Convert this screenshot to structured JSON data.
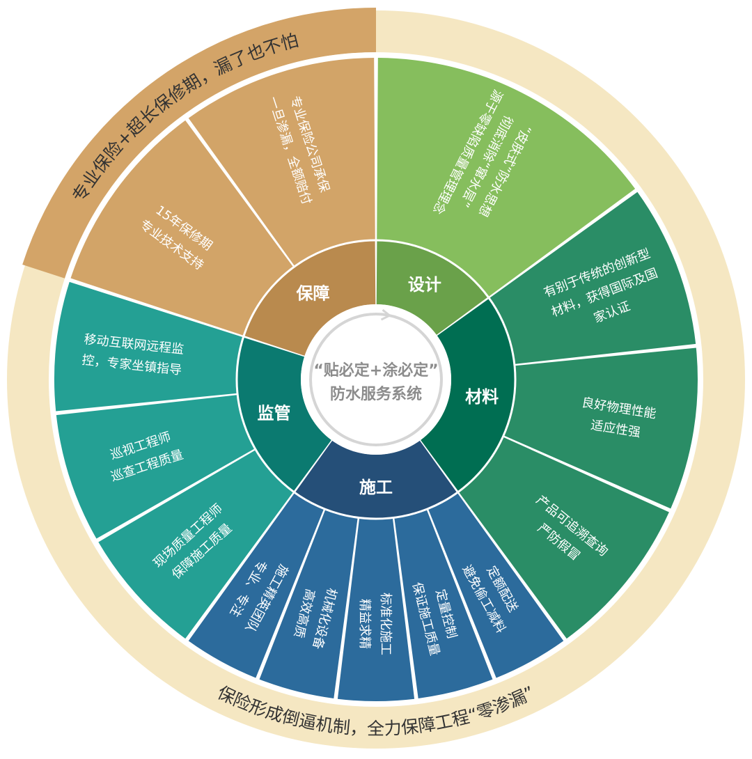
{
  "center": {
    "line1": "“贴必定+涂必定”",
    "line2": "防水服务系统"
  },
  "outer_ring": {
    "top_left": "专业保险+超长保修期，漏了也不怕",
    "bottom": "保险形成倒逼机制，全力保障工程“零渗漏”"
  },
  "sectors": [
    {
      "id": "baozhang",
      "label": "保障",
      "color": "#d2a468",
      "inner_color": "#b98a4e",
      "items": [
        {
          "lines": [
            "15年保修期",
            "专业技术支持"
          ]
        },
        {
          "lines": [
            "专业保险公司承保",
            "一旦渗漏，全额赔付"
          ]
        }
      ]
    },
    {
      "id": "sheji",
      "label": "设计",
      "color": "#86be5d",
      "inner_color": "#6aa14a",
      "items": [
        {
          "lines": [
            "“皮肤式”防水思想",
            "彻底消除“窜水层”",
            "源于零缺陷质量管理理念"
          ]
        }
      ]
    },
    {
      "id": "cailiao",
      "label": "材料",
      "color": "#2a8d66",
      "inner_color": "#006e52",
      "items": [
        {
          "lines": [
            "有别于传统的创新型",
            "材料，获得国际及国",
            "家认证"
          ]
        },
        {
          "lines": [
            "良好物理性能",
            "适应性强"
          ]
        },
        {
          "lines": [
            "产品可追溯查询",
            "严防假冒"
          ]
        }
      ]
    },
    {
      "id": "shigong",
      "label": "施工",
      "color": "#2c6b9c",
      "inner_color": "#254f78",
      "items": [
        {
          "lines": [
            "定额配送",
            "避免偷工减料"
          ]
        },
        {
          "lines": [
            "定量控制",
            "保证施工质量"
          ]
        },
        {
          "lines": [
            "标准化施工",
            "精益求精"
          ]
        },
        {
          "lines": [
            "机械化设备",
            "高效高质"
          ]
        },
        {
          "lines": [
            "施工精英团队",
            "专业、专注"
          ]
        }
      ]
    },
    {
      "id": "jianguan",
      "label": "监管",
      "color": "#24a094",
      "inner_color": "#0b7a70",
      "items": [
        {
          "lines": [
            "现场质量工程师",
            "保障施工质量"
          ]
        },
        {
          "lines": [
            "巡视工程师",
            "巡查工程质量"
          ]
        },
        {
          "lines": [
            "移动互联网远程监",
            "控，专家坐镇指导"
          ]
        }
      ]
    }
  ],
  "colors": {
    "outer_ring_light": "#f5e7c2",
    "outer_ring_tan": "#d3a468",
    "center_fill": "#ffffff",
    "center_ring": "#d5d5d5",
    "center_text": "#8c8c8c"
  }
}
